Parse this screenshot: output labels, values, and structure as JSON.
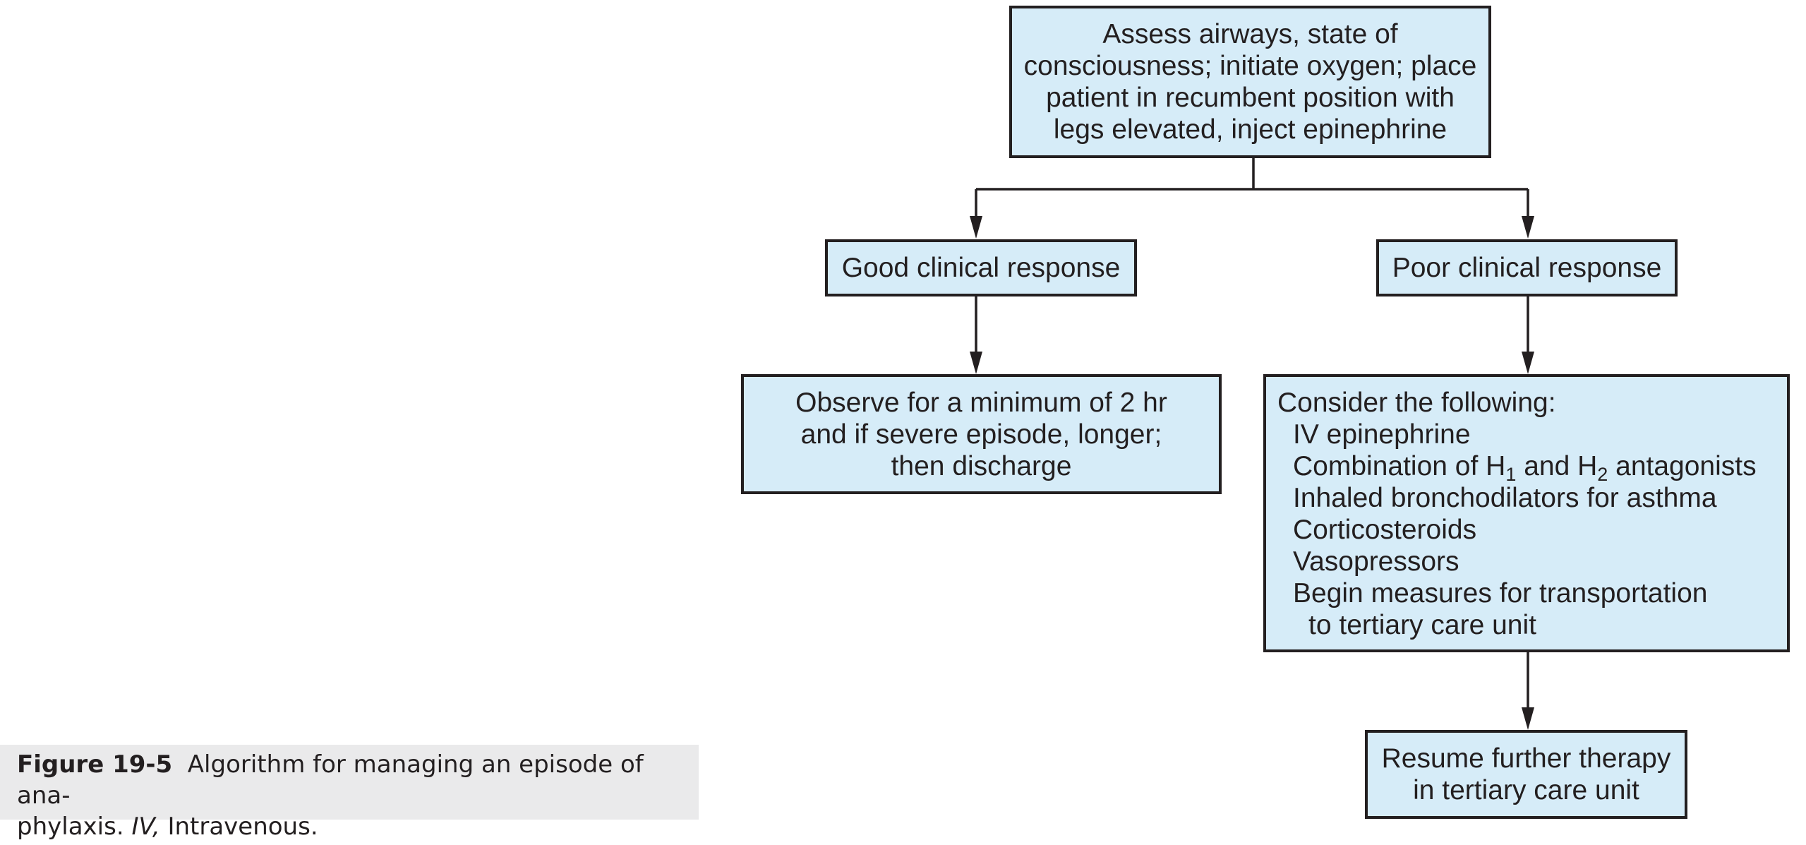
{
  "diagram": {
    "nodes": {
      "assess": {
        "lines": [
          "Assess airways, state of",
          "consciousness; initiate oxygen; place",
          "patient in recumbent position with",
          "legs elevated, inject epinephrine"
        ]
      },
      "good_response": {
        "label": "Good clinical response"
      },
      "poor_response": {
        "label": "Poor clinical response"
      },
      "observe": {
        "lines": [
          "Observe for a minimum of 2 hr",
          "and if severe episode, longer;",
          "then discharge"
        ]
      },
      "consider": {
        "heading": "Consider the following:",
        "item_iv": "IV epinephrine",
        "item_combo_prefix": "Combination of H",
        "item_combo_sub1": "1",
        "item_combo_mid": " and H",
        "item_combo_sub2": "2",
        "item_combo_suffix": " antagonists",
        "item_inhaled": "Inhaled bronchodilators for asthma",
        "item_cortico": "Corticosteroids",
        "item_vaso": "Vasopressors",
        "item_begin": "Begin measures for transportation",
        "item_begin_cont": "to tertiary care unit"
      },
      "resume": {
        "lines": [
          "Resume further therapy",
          "in tertiary care unit"
        ]
      }
    },
    "edges": [
      {
        "from": "assess",
        "to": "good_response"
      },
      {
        "from": "assess",
        "to": "poor_response"
      },
      {
        "from": "good_response",
        "to": "observe"
      },
      {
        "from": "poor_response",
        "to": "consider"
      },
      {
        "from": "consider",
        "to": "resume"
      }
    ]
  },
  "caption": {
    "label": "Figure 19-5",
    "text_line1": "Algorithm for managing an episode of ana-",
    "text_line2_pre": "phylaxis. ",
    "abbr": "IV,",
    "text_line2_post": " Intravenous."
  },
  "colors": {
    "box_fill": "#d6ecf8",
    "stroke": "#231f20",
    "caption_bg": "#eaeaeb"
  }
}
